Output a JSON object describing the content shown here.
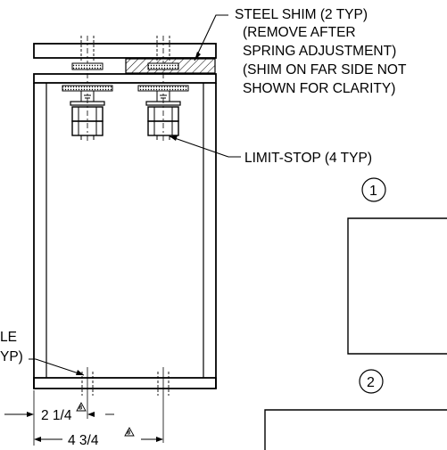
{
  "notes": {
    "steel_shim": [
      "STEEL SHIM (2 TYP)",
      "(REMOVE AFTER",
      "SPRING ADJUSTMENT)",
      "(SHIM ON FAR SIDE NOT",
      "SHOWN FOR CLARITY)"
    ],
    "limit_stop": "LIMIT-STOP (4 TYP)",
    "hole_partial": [
      "LE",
      "YP)"
    ]
  },
  "dimensions": {
    "inner_spacing": "2 1/4",
    "outer_spacing": "4 3/4"
  },
  "revision_marker": "8",
  "callouts": [
    "1",
    "2"
  ]
}
